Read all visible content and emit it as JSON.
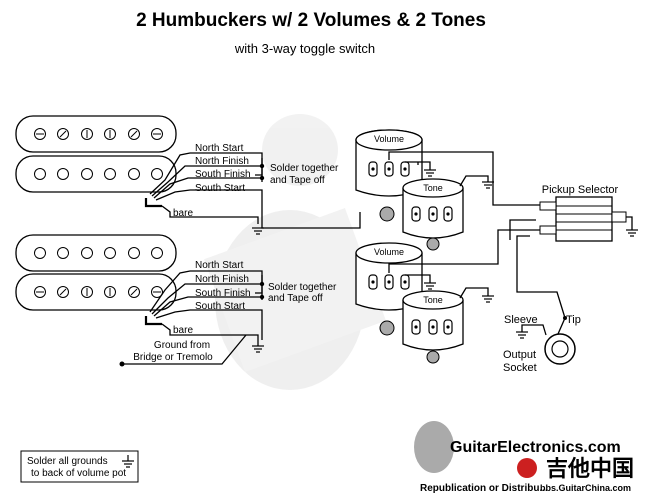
{
  "title": "2 Humbuckers w/ 2 Volumes & 2 Tones",
  "subtitle": "with 3-way toggle switch",
  "neck_pickup_wires": [
    "North Start",
    "North Finish",
    "South Finish",
    "South Start",
    "bare"
  ],
  "bridge_pickup_wires": [
    "North Start",
    "North Finish",
    "South Finish",
    "South Start",
    "bare"
  ],
  "solder_note_line1": "Solder together",
  "solder_note_line2": "and Tape off",
  "volume_label": "Volume",
  "tone_label": "Tone",
  "selector_label": "Pickup Selector",
  "ground_note_line1": "Ground from",
  "ground_note_line2": "Bridge or Tremolo",
  "jack_sleeve": "Sleeve",
  "jack_tip": "Tip",
  "jack_output_line1": "Output",
  "jack_output_line2": "Socket",
  "grounds_note_line1": "Solder all grounds",
  "grounds_note_line2": "to back of volume pot",
  "watermark_brand": "GuitarElectronics.com",
  "watermark_repub": "Republication or Distribu...",
  "watermark_cn": "吉他中国",
  "watermark_url": "bbs.GuitarChina.com",
  "colors": {
    "ink": "#000000",
    "background": "#ffffff",
    "watermark": "#9a9a9a"
  }
}
